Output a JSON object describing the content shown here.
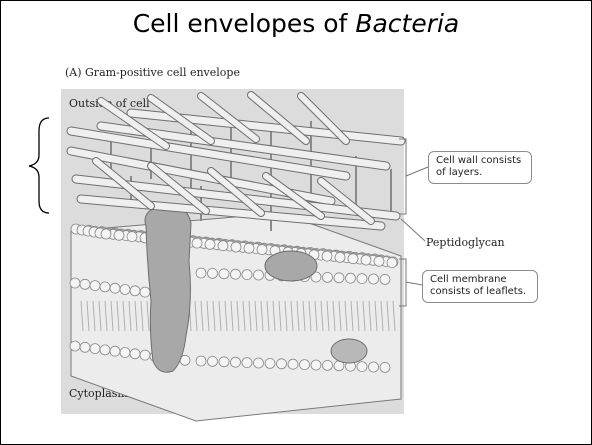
{
  "title": {
    "prefix": "Cell envelopes of ",
    "emph": "Bacteria"
  },
  "figure": {
    "subtitle": "(A) Gram-positive cell envelope",
    "outside_label": "Outside of cell",
    "cytoplasm_label": "Cytoplasm",
    "peptidoglycan_label": "Peptidoglycan",
    "cell_wall_callout": {
      "line1": "Cell wall consists",
      "line2": "of layers."
    },
    "membrane_callout": {
      "line1": "Cell membrane",
      "line2": "consists of leaflets."
    }
  },
  "colors": {
    "panel": "#dcdcdc",
    "rod": "#efefef",
    "rod_edge": "#6f6f6f",
    "protein": "#a8a8a8",
    "bracket": "#000000"
  }
}
